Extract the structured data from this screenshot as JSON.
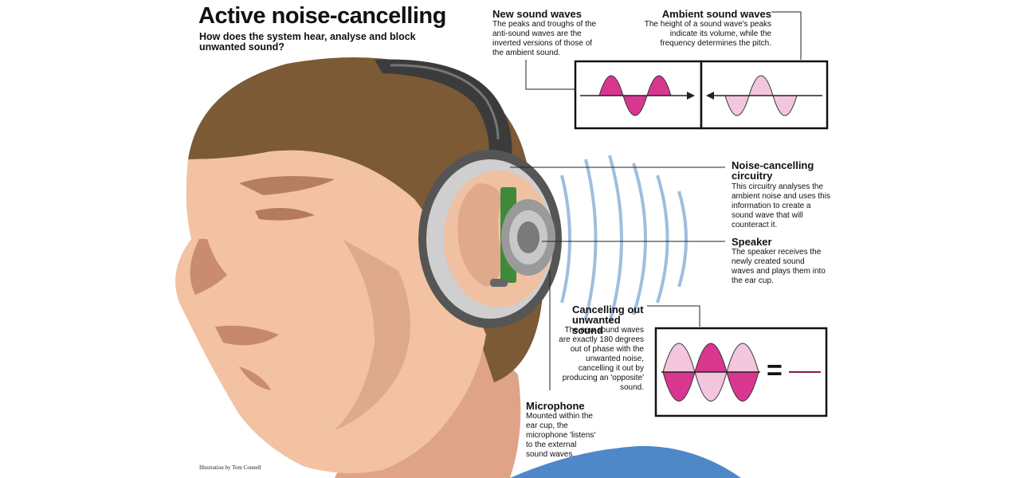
{
  "header": {
    "title": "Active noise-cancelling",
    "subtitle": "How does the system hear, analyse and block unwanted sound?"
  },
  "callouts": {
    "new_waves": {
      "heading": "New sound waves",
      "body": "The peaks and troughs of the anti-sound waves are the inverted versions of those of the ambient sound."
    },
    "ambient_waves": {
      "heading": "Ambient sound waves",
      "body": "The height of a sound wave's peaks indicate its volume, while the frequency determines the pitch."
    },
    "circuitry": {
      "heading": "Noise-cancelling circuitry",
      "body": "This circuitry analyses the ambient noise and uses this information to create a sound wave that will counteract it."
    },
    "speaker": {
      "heading": "Speaker",
      "body": "The speaker receives the newly created sound waves and plays them into the ear cup."
    },
    "cancelling": {
      "heading": "Cancelling out unwanted sound",
      "body": "The new sound waves are exactly 180 degrees out of phase with the unwanted noise, cancelling it out by producing an 'opposite' sound."
    },
    "microphone": {
      "heading": "Microphone",
      "body": "Mounted within the ear cup, the microphone 'listens' to the external sound waves."
    }
  },
  "equation_symbol": "=",
  "credit": "Illustration by Tom Connell",
  "colors": {
    "hair": "#7b5a35",
    "skin": "#f2c2a2",
    "skin_shadow": "#d39a80",
    "anti_wave": "#d9378f",
    "ambient_wave": "#f3c6dd",
    "sound_arcs": "#8fb3d9",
    "shirt": "#4f88c9",
    "headphone": "#3b3b3b"
  }
}
